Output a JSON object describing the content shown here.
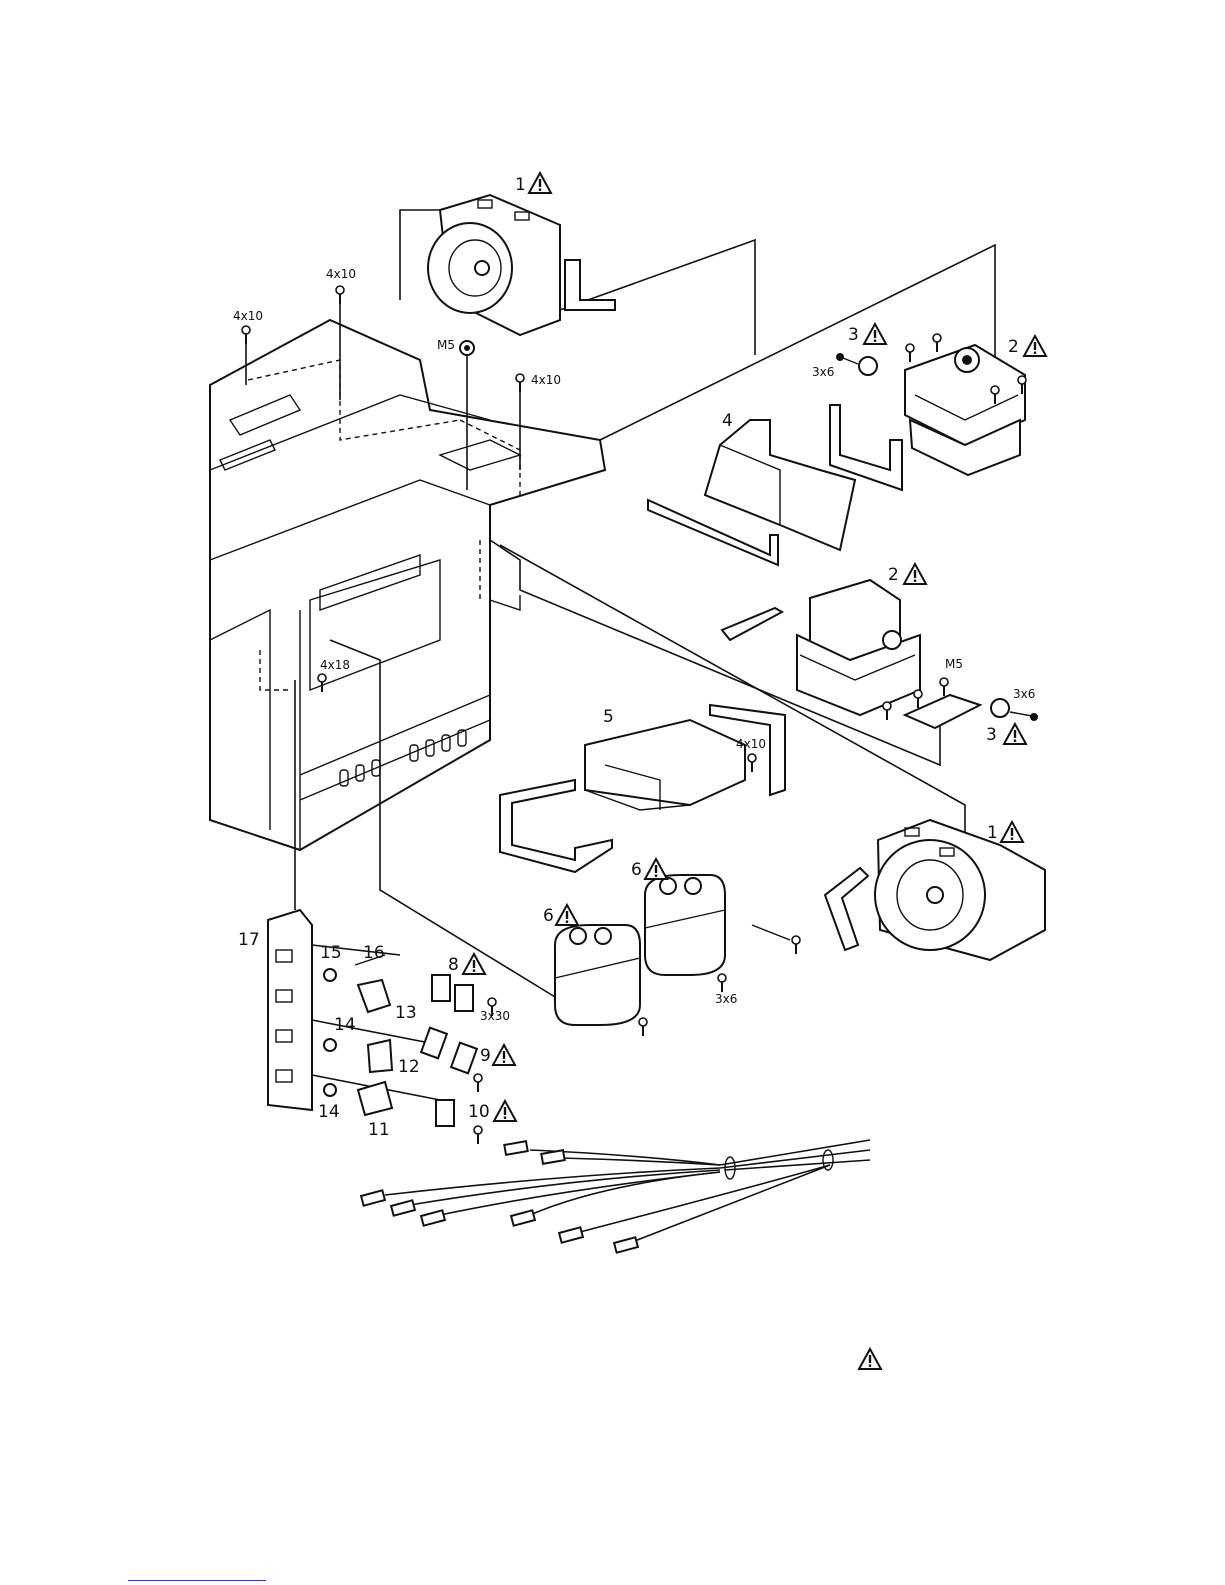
{
  "callouts": {
    "fan_top": "1",
    "magnetron_top": "2",
    "thermal_top": "3",
    "duct_4": "4",
    "magnetron_mid": "2",
    "thermal_mid": "3",
    "duct_5": "5",
    "fan_right": "1",
    "capacitor_left": "6",
    "capacitor_right": "6",
    "switch_8": "8",
    "switch_9": "9",
    "switch_10": "10",
    "part_11": "11",
    "part_12": "12",
    "part_13": "13",
    "part_14a": "14",
    "part_14b": "14",
    "part_15": "15",
    "part_16": "16",
    "bracket_17": "17"
  },
  "screws": {
    "s_4x10_a": "4x10",
    "s_4x10_b": "4x10",
    "s_m5_a": "M5",
    "s_4x10_c": "4x10",
    "s_3x6_a": "3x6",
    "s_4x18": "4x18",
    "s_m5_b": "M5",
    "s_3x6_b": "3x6",
    "s_4x10_d": "4x10",
    "s_3x6_c": "3x6",
    "s_3x30": "3x30"
  },
  "legend": {
    "warning_symbol": "warning-icon"
  }
}
